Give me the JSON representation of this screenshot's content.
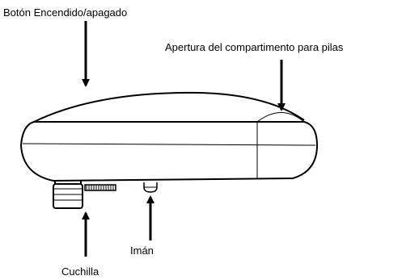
{
  "labels": {
    "power_button": "Botón Encendido/apagado",
    "battery_opening": "Apertura del compartimento para pilas",
    "magnet": "Imán",
    "blade": "Cuchilla"
  },
  "colors": {
    "line": "#000000",
    "background": "#ffffff"
  }
}
